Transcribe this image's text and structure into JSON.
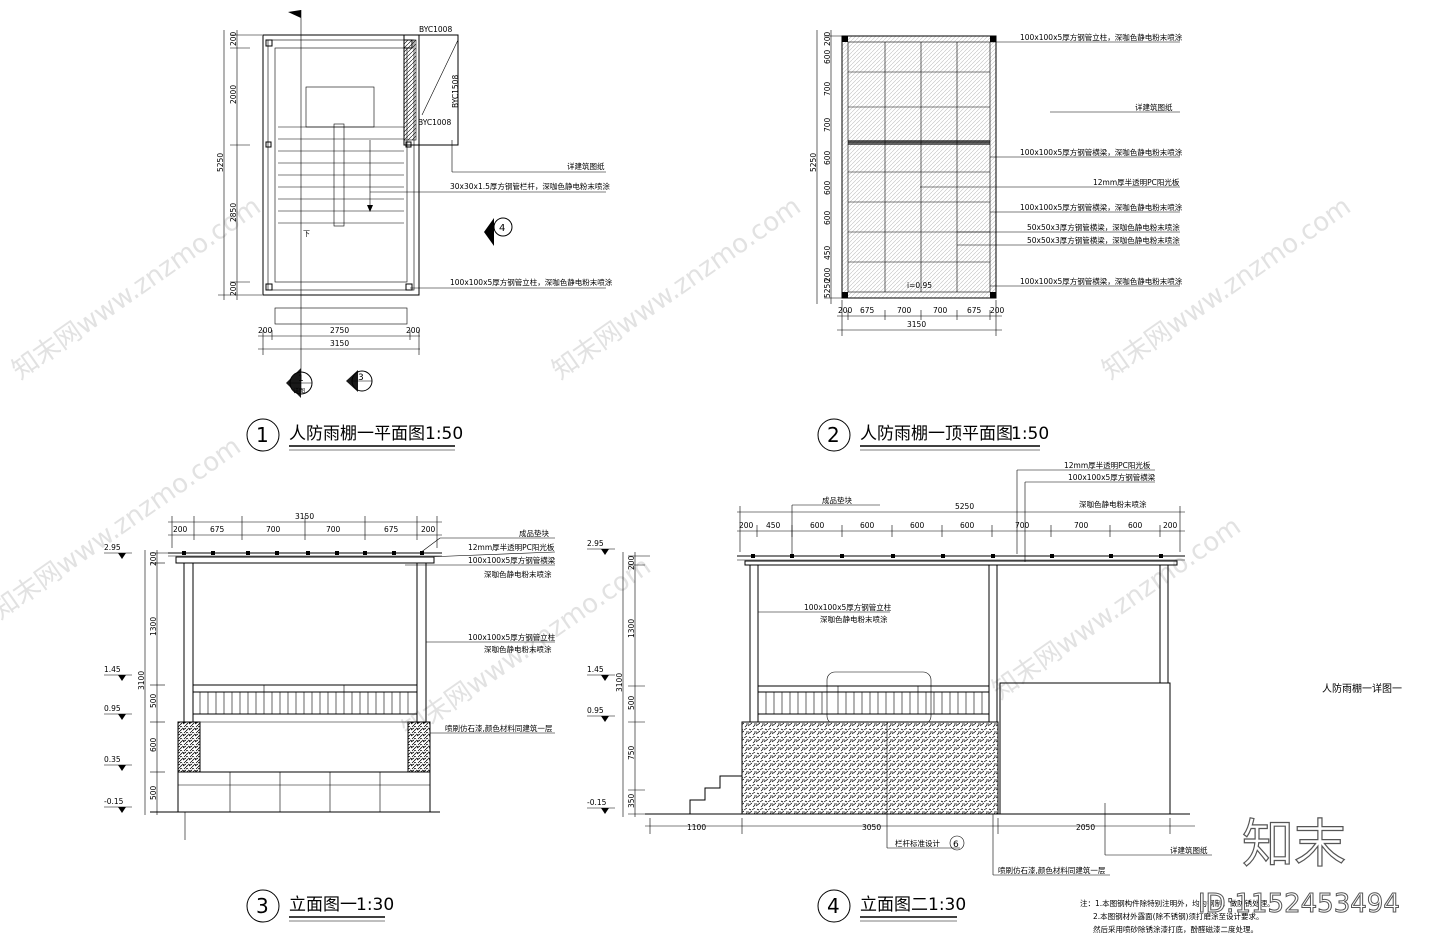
{
  "drawing": {
    "side_label": "人防雨棚一详图一",
    "logo_text": "知末",
    "id_text": "ID:1152453494",
    "watermark": "知末网www.znzmo.com"
  },
  "views": [
    {
      "num": "1",
      "title": "人防雨棚一平面图",
      "scale": "1:50"
    },
    {
      "num": "2",
      "title": "人防雨棚一顶平面图",
      "scale": "1:50"
    },
    {
      "num": "3",
      "title": "立面图一",
      "scale": "1:30"
    },
    {
      "num": "4",
      "title": "立面图二",
      "scale": "1:30"
    }
  ],
  "plan": {
    "tags": [
      "BYC1008",
      "BYC1508",
      "BYC1008"
    ],
    "notes": [
      "详建筑图纸",
      "30x30x1.5厚方钢管栏杆，深咖色静电粉末喷涂",
      "100x100x5厚方钢管立柱，深咖色静电粉末喷涂"
    ],
    "dims_bottom": [
      "200",
      "2750",
      "200",
      "3150"
    ],
    "dims_left": [
      "200",
      "2000",
      "5250",
      "2850",
      "200"
    ],
    "down": "下",
    "markers": [
      "4",
      "1",
      "3"
    ],
    "marker_sub": "详图"
  },
  "roof": {
    "notes": [
      "100x100x5厚方钢管立柱，深咖色静电粉末喷涂",
      "详建筑图纸",
      "100x100x5厚方钢管横梁，深咖色静电粉末喷涂",
      "12mm厚半透明PC阳光板",
      "100x100x5厚方钢管横梁，深咖色静电粉末喷涂",
      "50x50x3厚方钢管横梁，深咖色静电粉末喷涂",
      "50x50x3厚方钢管横梁，深咖色静电粉末喷涂",
      "100x100x5厚方钢管横梁，深咖色静电粉末喷涂"
    ],
    "dims_bottom": [
      "200",
      "675",
      "700",
      "700",
      "675",
      "200",
      "3150"
    ],
    "dims_left": [
      "200",
      "600",
      "700",
      "700",
      "600",
      "600",
      "600",
      "450",
      "200",
      "5250"
    ],
    "slope": "i=0.95"
  },
  "elev1": {
    "dims_top": [
      "200",
      "675",
      "700",
      "700",
      "675",
      "200",
      "3150"
    ],
    "dims_left": [
      "200",
      "1300",
      "500",
      "600",
      "500",
      "3100"
    ],
    "levels": [
      "2.95",
      "1.45",
      "0.95",
      "0.35",
      "-0.15"
    ],
    "notes": [
      "成品垫块",
      "12mm厚半透明PC阳光板",
      "100x100x5厚方钢管横梁",
      "深咖色静电粉末喷涂",
      "100x100x5厚方钢管立柱",
      "深咖色静电粉末喷涂",
      "喷刷仿石漆,颜色材料同建筑一层"
    ]
  },
  "elev2": {
    "dims_top": [
      "200",
      "450",
      "600",
      "600",
      "600",
      "600",
      "700",
      "700",
      "600",
      "200",
      "5250"
    ],
    "dims_left": [
      "200",
      "1300",
      "500",
      "750",
      "350",
      "3100"
    ],
    "dims_bottom": [
      "1100",
      "3050",
      "2050"
    ],
    "levels": [
      "2.95",
      "1.45",
      "0.95",
      "-0.15"
    ],
    "notes": [
      "成品垫块",
      "12mm厚半透明PC阳光板",
      "100x100x5厚方钢管横梁",
      "深咖色静电粉末喷涂",
      "100x100x5厚方钢管立柱",
      "深咖色静电粉末喷涂",
      "栏杆标准设计",
      "6",
      "喷刷仿石漆,颜色材料同建筑一层",
      "详建筑图纸"
    ]
  },
  "general_notes": [
    "注：1.本图钢构件除特别注明外，均为钢制，做防锈处理。",
    "2.本图钢材外露面(除不锈钢)须打磨涂至设计要求。",
    "然后采用喷砂除锈涂漆打底，酚醛磁漆二度处理。"
  ]
}
